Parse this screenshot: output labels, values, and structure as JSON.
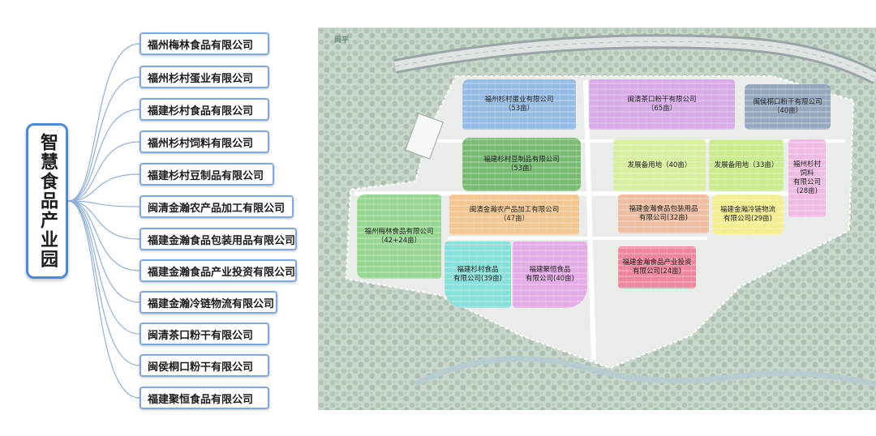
{
  "root": {
    "title": "智慧食品产业园"
  },
  "companies": [
    "福州梅林食品有限公司",
    "福州杉村蛋业有限公司",
    "福建杉村食品有限公司",
    "福州杉村饲料有限公司",
    "福建杉村豆制品有限公司",
    "闽清金瀚农产品加工有限公司",
    "福建金瀚食品包装用品有限公司",
    "福建金瀚食品产业投资有限公司",
    "福建金瀚冷链物流有限公司",
    "闽清茶口粉干有限公司",
    "闽侯桐口粉干有限公司",
    "福建聚恒食品有限公司"
  ],
  "site_plan": {
    "road_tag": "闽平",
    "plots": [
      {
        "name": "福州杉村蛋业有限公司",
        "area": "（53亩）",
        "color": "#8fb9e6"
      },
      {
        "name": "闽清茶口粉干有限公司",
        "area": "（65亩）",
        "color": "#d7a6ea"
      },
      {
        "name": "闽侯桐口粉干有限公司",
        "area": "（40亩）",
        "color": "#8fa3bd"
      },
      {
        "name": "福建杉村豆制品有限公司",
        "area": "（53亩）",
        "color": "#6fb86a"
      },
      {
        "name": "发展备用地（40亩）",
        "area": "",
        "color": "#d9ef9a"
      },
      {
        "name": "发展备用地（33亩）",
        "area": "",
        "color": "#c8ec88"
      },
      {
        "name": "福州杉村饲料",
        "area": "有限公司(28亩)",
        "color": "#f0b7e2"
      },
      {
        "name": "福州梅林食品有限公司",
        "area": "（42+24亩）",
        "color": "#8fd68a"
      },
      {
        "name": "闽清金瀚农产品加工有限公司",
        "area": "（47亩）",
        "color": "#f5c38a"
      },
      {
        "name": "福建金瀚食品包装用品",
        "area": "有限公司(32亩)",
        "color": "#efb89a"
      },
      {
        "name": "福建金瀚冷链物流",
        "area": "有限公司(29亩)",
        "color": "#f3ef8a"
      },
      {
        "name": "福建杉村食品",
        "area": "有限公司(39亩)",
        "color": "#7fe0d8"
      },
      {
        "name": "福建聚恒食品",
        "area": "有限公司(40亩)",
        "color": "#e5a5e8"
      },
      {
        "name": "福建金瀚食品产业投资",
        "area": "有限公司(24亩)",
        "color": "#ef7f98"
      }
    ]
  }
}
